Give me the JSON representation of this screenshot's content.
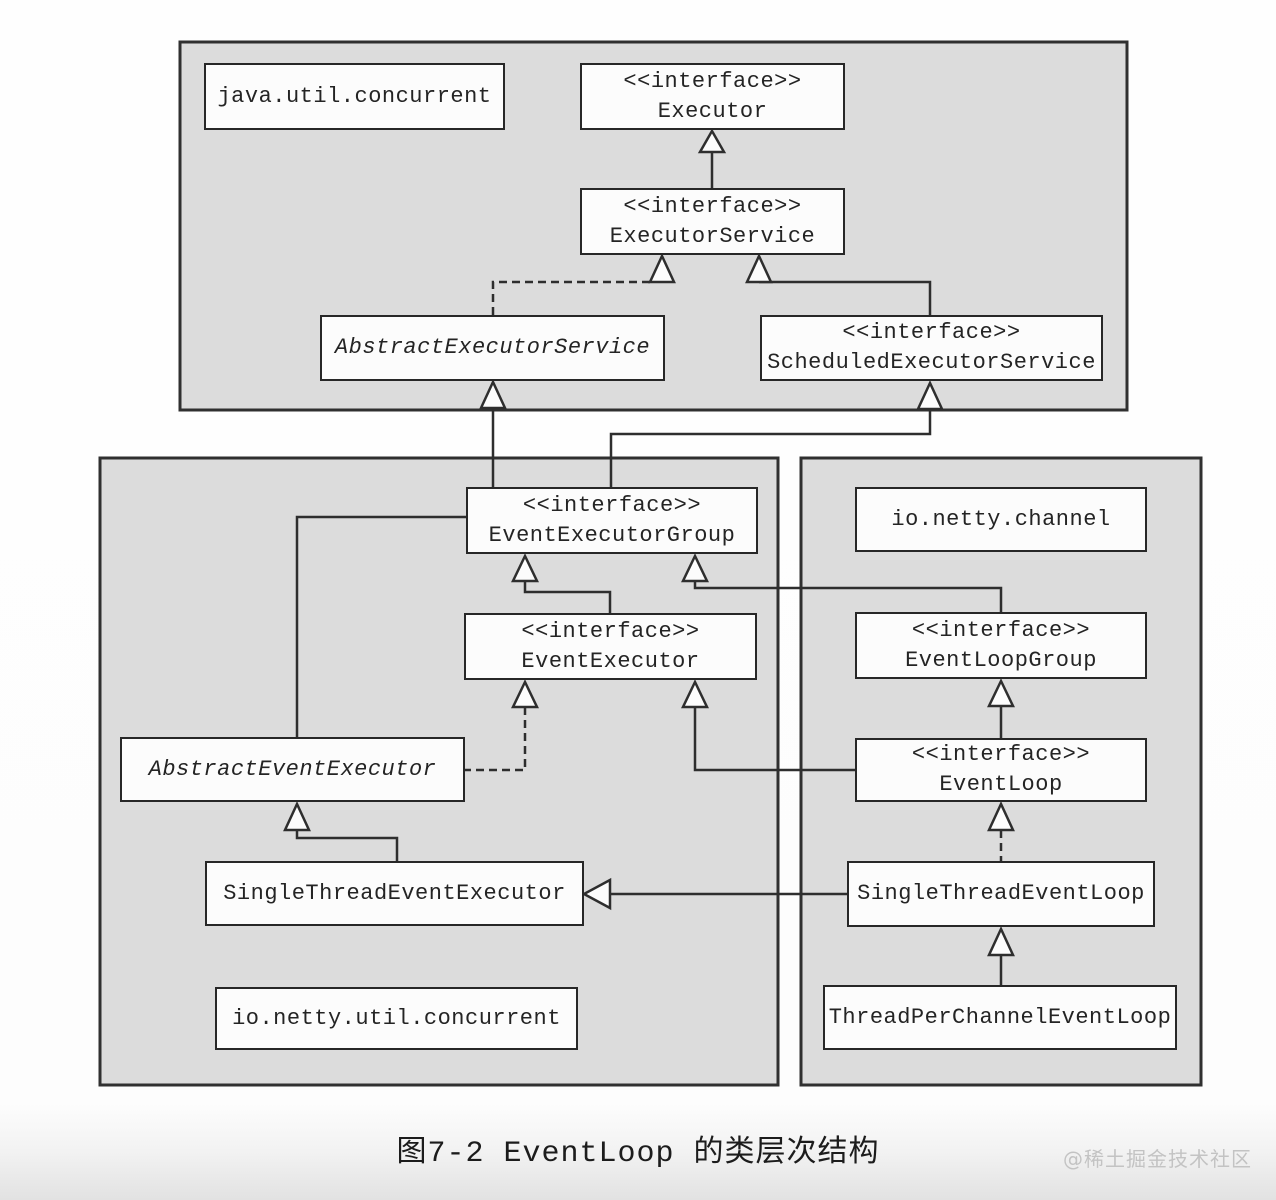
{
  "diagram": {
    "title_caption": "图7-2  EventLoop 的类层次结构",
    "watermark": "@稀土掘金技术社区",
    "packages": [
      {
        "id": "java-util-concurrent",
        "label": "java.util.concurrent"
      },
      {
        "id": "io-netty-util-concurrent",
        "label": "io.netty.util.concurrent"
      },
      {
        "id": "io-netty-channel",
        "label": "io.netty.channel"
      }
    ],
    "colors": {
      "package_fill": "#dcdcdc",
      "box_fill": "#fcfcfc",
      "line": "#2e2e2e",
      "text": "#242424",
      "watermark": "#c3c3c3"
    },
    "nodes": {
      "jucLabel": {
        "name": "java.util.concurrent"
      },
      "executor": {
        "stereotype": "<<interface>>",
        "name": "Executor"
      },
      "executorService": {
        "stereotype": "<<interface>>",
        "name": "ExecutorService"
      },
      "abstractExecutorService": {
        "name": "AbstractExecutorService",
        "abstract": true
      },
      "scheduledExecutorService": {
        "stereotype": "<<interface>>",
        "name": "ScheduledExecutorService"
      },
      "eventExecutorGroup": {
        "stereotype": "<<interface>>",
        "name": "EventExecutorGroup"
      },
      "ioNettyChannel": {
        "name": "io.netty.channel"
      },
      "eventExecutor": {
        "stereotype": "<<interface>>",
        "name": "EventExecutor"
      },
      "eventLoopGroup": {
        "stereotype": "<<interface>>",
        "name": "EventLoopGroup"
      },
      "abstractEventExecutor": {
        "name": "AbstractEventExecutor",
        "abstract": true
      },
      "eventLoop": {
        "stereotype": "<<interface>>",
        "name": "EventLoop"
      },
      "singleThreadEventExecutor": {
        "name": "SingleThreadEventExecutor"
      },
      "singleThreadEventLoop": {
        "name": "SingleThreadEventLoop"
      },
      "ioNettyUtilConcurrent": {
        "name": "io.netty.util.concurrent"
      },
      "threadPerChannelEventLoop": {
        "name": "ThreadPerChannelEventLoop"
      }
    },
    "edges": [
      {
        "from": "ExecutorService",
        "to": "Executor",
        "type": "generalization"
      },
      {
        "from": "AbstractExecutorService",
        "to": "ExecutorService",
        "type": "realization"
      },
      {
        "from": "ScheduledExecutorService",
        "to": "ExecutorService",
        "type": "generalization"
      },
      {
        "from": "EventExecutorGroup",
        "to": "AbstractExecutorService",
        "type": "generalization"
      },
      {
        "from": "EventExecutorGroup",
        "to": "ScheduledExecutorService",
        "type": "generalization"
      },
      {
        "from": "EventExecutor",
        "to": "EventExecutorGroup",
        "type": "generalization"
      },
      {
        "from": "EventLoopGroup",
        "to": "EventExecutorGroup",
        "type": "generalization"
      },
      {
        "from": "AbstractEventExecutor",
        "to": "EventExecutor",
        "type": "realization"
      },
      {
        "from": "AbstractEventExecutor",
        "to": "EventExecutorGroup",
        "type": "line-no-arrow"
      },
      {
        "from": "EventLoop",
        "to": "EventExecutor",
        "type": "generalization"
      },
      {
        "from": "EventLoop",
        "to": "EventLoopGroup",
        "type": "generalization"
      },
      {
        "from": "SingleThreadEventLoop",
        "to": "EventLoop",
        "type": "realization"
      },
      {
        "from": "SingleThreadEventExecutor",
        "to": "AbstractEventExecutor",
        "type": "generalization"
      },
      {
        "from": "SingleThreadEventLoop",
        "to": "SingleThreadEventExecutor",
        "type": "generalization"
      },
      {
        "from": "ThreadPerChannelEventLoop",
        "to": "SingleThreadEventLoop",
        "type": "generalization"
      }
    ]
  }
}
